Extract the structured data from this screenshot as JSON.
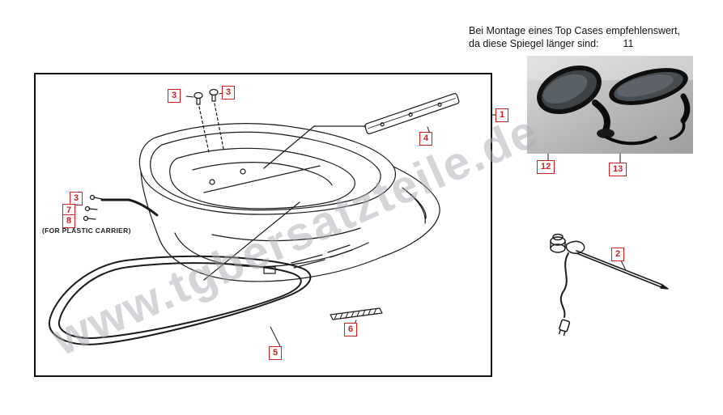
{
  "watermark": "www.tgbersatzteile.de",
  "note": {
    "line1": "Bei Montage eines Top Cases empfehlenswert,",
    "line2": "da diese Spiegel länger sind:",
    "ref": "11"
  },
  "carrier_caption": "(FOR PLASTIC CARRIER)",
  "callouts": {
    "c1": "1",
    "c2": "2",
    "c3a": "3",
    "c3b": "3",
    "c3c": "3",
    "c4": "4",
    "c5": "5",
    "c6": "6",
    "c7": "7",
    "c8": "8",
    "c12": "12",
    "c13": "13"
  },
  "colors": {
    "callout": "#cc2222",
    "art_line": "#1a1a1a",
    "watermark": "#a9adb3",
    "photo_background": "#bdbdbd"
  }
}
